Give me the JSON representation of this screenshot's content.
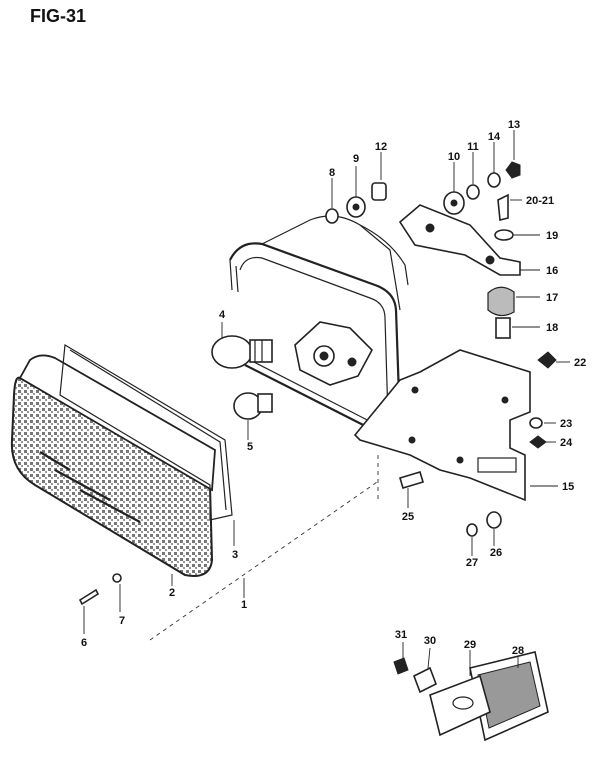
{
  "figure": {
    "title": "FIG-31"
  },
  "labels": {
    "1": "1",
    "2": "2",
    "3": "3",
    "4": "4",
    "5": "5",
    "6": "6",
    "7": "7",
    "8": "8",
    "9": "9",
    "10": "10",
    "11": "11",
    "12": "12",
    "13": "13",
    "14": "14",
    "15": "15",
    "16": "16",
    "17": "17",
    "18": "18",
    "19": "19",
    "20-21": "20-21",
    "22": "22",
    "23": "23",
    "24": "24",
    "25": "25",
    "26": "26",
    "27": "27",
    "28": "28",
    "29": "29",
    "30": "30",
    "31": "31"
  }
}
